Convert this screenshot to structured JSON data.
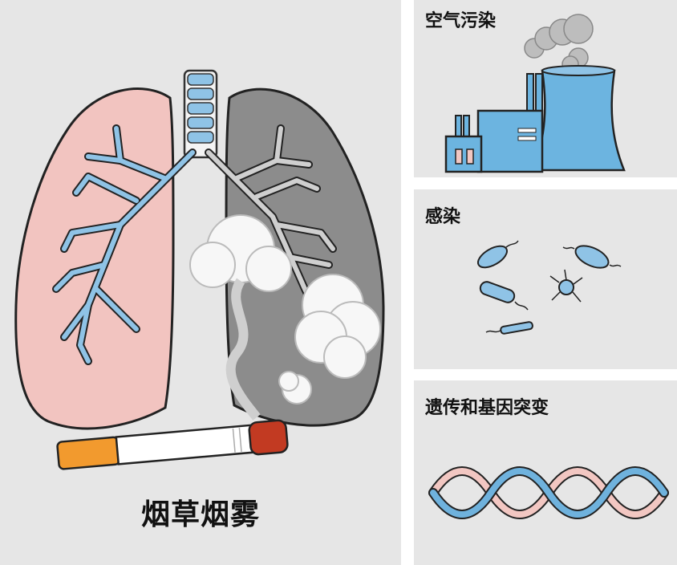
{
  "panels": {
    "smoking": {
      "label": "烟草烟雾"
    },
    "air_pollution": {
      "label": "空气污染"
    },
    "infection": {
      "label": "感染"
    },
    "genetics": {
      "label": "遗传和基因突变"
    }
  },
  "colors": {
    "panel_bg": "#e6e6e6",
    "healthy_lung": "#f2c4c0",
    "diseased_lung": "#8c8c8c",
    "airway_blue": "#8fc3e6",
    "factory_blue": "#6cb4e0",
    "cigarette_filter": "#f29a2e",
    "smoke_white": "#f7f7f7",
    "dna_pink": "#f2c7c2",
    "dna_blue": "#6fb2dd"
  }
}
